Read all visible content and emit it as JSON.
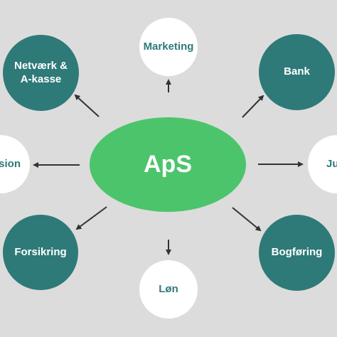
{
  "diagram": {
    "center": {
      "label": "ApS",
      "color": "#4cc46b"
    },
    "nodes": {
      "netvaerk": {
        "line1": "Netværk &",
        "line2": "A-kasse",
        "color": "#2e7a78"
      },
      "marketing": {
        "label": "Marketing",
        "color": "#ffffff"
      },
      "bank": {
        "label": "Bank",
        "color": "#2e7a78"
      },
      "pension": {
        "label": "ension",
        "color": "#ffffff"
      },
      "jura": {
        "label": "Ju",
        "color": "#ffffff"
      },
      "forsikring": {
        "label": "Forsikring",
        "color": "#2e7a78"
      },
      "loen": {
        "label": "Løn",
        "color": "#ffffff"
      },
      "bogfoering": {
        "label": "Bogføring",
        "color": "#2e7a78"
      }
    },
    "arrow_color": "#333333",
    "background": "#dcdcdc"
  }
}
